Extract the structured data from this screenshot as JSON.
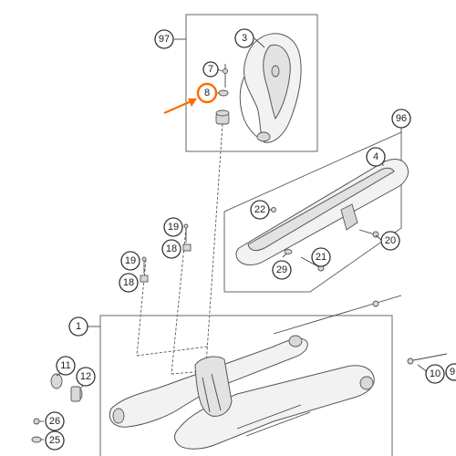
{
  "callouts": {
    "c97": "97",
    "c3": "3",
    "c7": "7",
    "c8": "8",
    "c96": "96",
    "c4": "4",
    "c22": "22",
    "c20": "20",
    "c21": "21",
    "c29": "29",
    "c19a": "19",
    "c18a": "18",
    "c19b": "19",
    "c18b": "18",
    "c1": "1",
    "c11": "11",
    "c12": "12",
    "c26": "26",
    "c25": "25",
    "c10": "10",
    "c9": "9"
  },
  "highlight": {
    "callout": "8",
    "color": "#ff6a00",
    "arrow_color": "#ff6a00"
  },
  "colors": {
    "line": "#444444",
    "part_fill": "#f2f2f2"
  }
}
